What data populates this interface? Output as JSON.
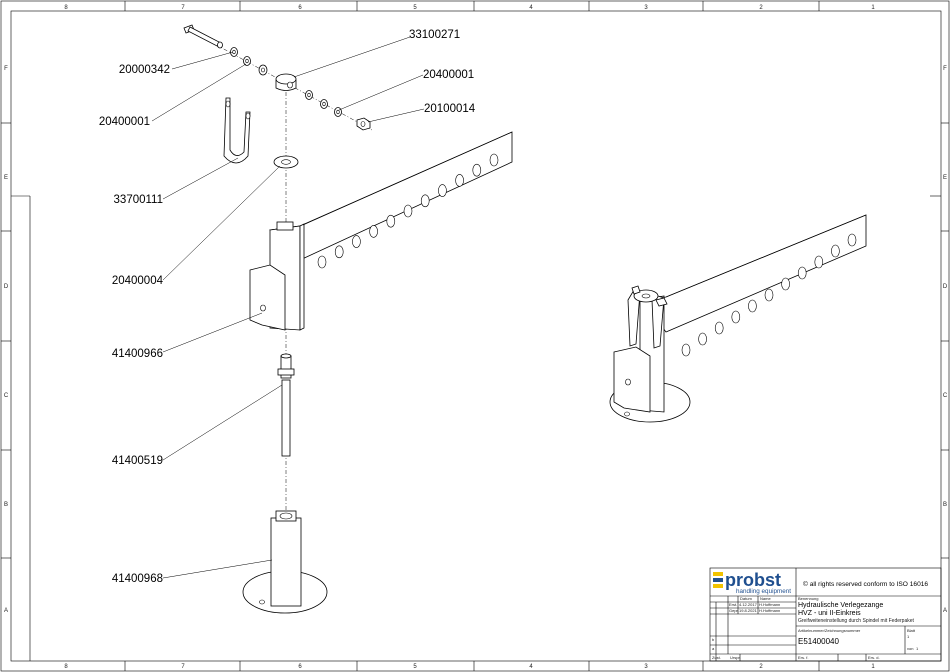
{
  "frame": {
    "columns": [
      "8",
      "7",
      "6",
      "5",
      "4",
      "3",
      "2",
      "1"
    ],
    "rows": [
      "F",
      "E",
      "D",
      "C",
      "B",
      "A"
    ]
  },
  "part_numbers": {
    "bolt": "20000342",
    "washer_upper_left": "20400001",
    "sleeve": "33100271",
    "washer_upper_right": "20400001",
    "nut": "20100014",
    "bracket": "33700111",
    "washer_large": "20400004",
    "arm_housing": "41400966",
    "spindle": "41400519",
    "base_foot": "41400968"
  },
  "title_block": {
    "logo_text": "probst",
    "logo_tagline": "handling equipment",
    "copyright": "© all rights reserved conform to ISO 16016",
    "col_datum": "Datum",
    "col_name": "Name",
    "row_erst": "Erst.",
    "row_erst_date": "4.12.2017",
    "row_erst_name": "H.Hoffmann",
    "row_gepr": "Gepr.",
    "row_gepr_date": "19.8.2021",
    "row_gepr_name": "H.Hoffmann",
    "label_benennung": "Benennung",
    "title_line1": "Hydraulische Verlegezange",
    "title_line2": "HVZ - uni II-Einkreis",
    "title_line3": "Greifweiteneinstellung durch Spindel mit Federpaket",
    "label_artikelnummer": "Artikelnummer/Zeichnungsnummer",
    "drawing_number": "E51400040",
    "label_blatt": "Blatt",
    "blatt_value": "1",
    "von_label": "von",
    "von_value": "1",
    "index_b": "b",
    "index_a": "a",
    "footer_zust": "Zust.",
    "footer_urspr": "Urspr.",
    "footer_ers": "Ers. f.",
    "footer_ers_d": "Ers. d."
  }
}
